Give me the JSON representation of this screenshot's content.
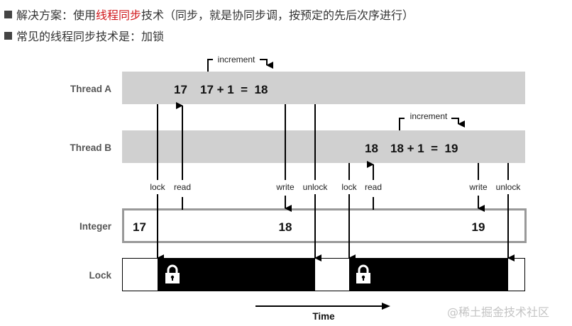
{
  "bullets": [
    {
      "prefix": "解决方案：使用",
      "highlight": "线程同步",
      "suffix": "技术（同步，就是协同步调，按预定的先后次序进行）"
    },
    {
      "prefix": "常见的线程同步技术是：加锁",
      "highlight": "",
      "suffix": ""
    }
  ],
  "diagram": {
    "rows": {
      "thread_a": "Thread A",
      "thread_b": "Thread B",
      "integer": "Integer",
      "lock": "Lock"
    },
    "thread_a": {
      "read_value": "17",
      "expression": "17 + 1  =  18",
      "increment_label": "increment"
    },
    "thread_b": {
      "read_value": "18",
      "expression": "18 + 1  =  19",
      "increment_label": "increment"
    },
    "integer_values": [
      "17",
      "18",
      "19"
    ],
    "events": [
      "lock",
      "read",
      "write",
      "unlock",
      "lock",
      "read",
      "write",
      "unlock"
    ],
    "time_label": "Time"
  },
  "colors": {
    "highlight": "#d0181c",
    "thread_bar": "#d0d0d0",
    "integer_border": "#999999",
    "lock_fill": "#000000"
  },
  "watermark": "@稀土掘金技术社区"
}
